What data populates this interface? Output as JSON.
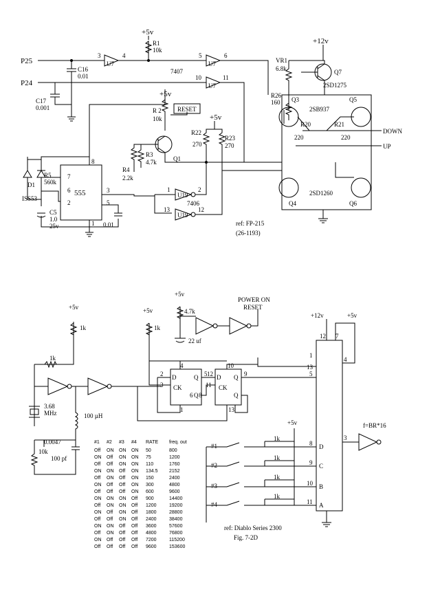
{
  "top": {
    "labels": {
      "p25": "P25",
      "p24": "P24",
      "vcc5_a": "+5v",
      "vcc5_b": "+5v",
      "vcc5_c": "+5v",
      "vcc12": "+12v",
      "u7a": "U7",
      "u7b": "U7",
      "u7c": "U7",
      "n3": "3",
      "n4": "4",
      "n5": "5",
      "n6": "6",
      "n10": "10",
      "n11": "11",
      "ic7407": "7407",
      "r1": "R1",
      "r1v": "10k",
      "c16": "C16",
      "c16v": "0.01",
      "c17": "C17",
      "c17v": "0.001",
      "r2": "R 2",
      "r2v": "10k",
      "reset": "RESET",
      "r3": "R3",
      "r3v": "4.7k",
      "q1": "Q1",
      "r4": "R4",
      "r4v": "2.2k",
      "r5": "R5",
      "r5v": "560k",
      "d1": "D1",
      "d1v": "ISS53",
      "c5": "C5",
      "c5v": "1.0",
      "c5v2": "25v",
      "c555v": "0.01",
      "ic555": "555",
      "p8": "8",
      "p7": "7",
      "p6": "6",
      "p2": "2",
      "p3": "3",
      "p5": "5",
      "p1": "1",
      "r22": "R22",
      "r22v": "270",
      "r23": "R23",
      "r23v": "270",
      "u19a": "U19",
      "u19b": "U19",
      "ic7406": "7406",
      "u19p1": "1",
      "u19p2": "2",
      "u19p13": "13",
      "u19p12": "12",
      "vr1": "VR1",
      "vr1v": "6.8k",
      "r26": "R26",
      "r26v": "160",
      "q7": "Q7",
      "q7t": "2SD1275",
      "q3": "Q3",
      "q5": "Q5",
      "q4": "Q4",
      "q6": "Q6",
      "sb937": "2SB937",
      "sd1260": "2SD1260",
      "r20": "R20",
      "r20v": "220",
      "r21": "R21",
      "r21v": "220",
      "down": "DOWN",
      "up": "UP",
      "ref1": "ref: FP-215",
      "ref2": "(26-1193)"
    }
  },
  "bottom": {
    "labels": {
      "vcc5_a": "+5v",
      "vcc5_b": "+5v",
      "vcc5_c": "+5v",
      "vcc5_d": "+5v",
      "vcc5_e": "+5v",
      "vcc12": "+12v",
      "r1k_a": "1k",
      "r1k_b": "1k",
      "r1k_c": "1k",
      "r47k": "4.7k",
      "c22": "22 uf",
      "por1": "POWER ON",
      "por2": "RESET",
      "xtal": "3.68",
      "xtalu": "MHz",
      "ind": "100 µH",
      "c0047": "0.0047",
      "r10k": "10k",
      "c100": "100 pf",
      "d": "D",
      "q": "Q",
      "qb": "Q",
      "ck": "CK",
      "ff_n2": "2",
      "ff_n3": "3",
      "ff_n4": "4",
      "ff_n5": "5",
      "ff_n6": "6",
      "ff_n8": "8",
      "ff_n1": "1",
      "ff_n12": "12",
      "ff_n11": "11",
      "ff_n10": "10",
      "ff_n9": "9",
      "ff_n13": "13",
      "ic_n12": "12",
      "ic_n7": "7",
      "ic_n1": "1",
      "ic_n4": "4",
      "ic_n13": "13",
      "ic_n5": "5",
      "ic_n3": "3",
      "ic_n8": "8",
      "ic_n9": "9",
      "ic_n10": "10",
      "ic_n11": "11",
      "icD": "D",
      "icC": "C",
      "icB": "B",
      "icA": "A",
      "sw1": "#1",
      "sw2": "#2",
      "sw3": "#3",
      "sw4": "#4",
      "fout": "f=BR*16",
      "ref1": "ref: Diablo Series 2300",
      "ref2": "Fig. 7-2D"
    },
    "table": {
      "headers": [
        "#1",
        "#2",
        "#3",
        "#4",
        "RATE",
        "freq. out"
      ],
      "rows": [
        [
          "Off",
          "ON",
          "ON",
          "ON",
          "50",
          "800"
        ],
        [
          "ON",
          "Off",
          "ON",
          "ON",
          "75",
          "1200"
        ],
        [
          "Off",
          "Off",
          "ON",
          "ON",
          "110",
          "1760"
        ],
        [
          "ON",
          "ON",
          "Off",
          "ON",
          "134.5",
          "2152"
        ],
        [
          "Off",
          "ON",
          "Off",
          "ON",
          "150",
          "2400"
        ],
        [
          "ON",
          "Off",
          "Off",
          "ON",
          "300",
          "4800"
        ],
        [
          "Off",
          "Off",
          "Off",
          "ON",
          "600",
          "9600"
        ],
        [
          "ON",
          "ON",
          "ON",
          "Off",
          "900",
          "14400"
        ],
        [
          "Off",
          "ON",
          "ON",
          "Off",
          "1200",
          "19200"
        ],
        [
          "ON",
          "Off",
          "ON",
          "Off",
          "1800",
          "28800"
        ],
        [
          "Off",
          "Off",
          "ON",
          "Off",
          "2400",
          "38400"
        ],
        [
          "ON",
          "ON",
          "Off",
          "Off",
          "3600",
          "57600"
        ],
        [
          "Off",
          "ON",
          "Off",
          "Off",
          "4800",
          "76800"
        ],
        [
          "ON",
          "Off",
          "Off",
          "Off",
          "7200",
          "115200"
        ],
        [
          "Off",
          "Off",
          "Off",
          "Off",
          "9600",
          "153600"
        ]
      ]
    }
  }
}
